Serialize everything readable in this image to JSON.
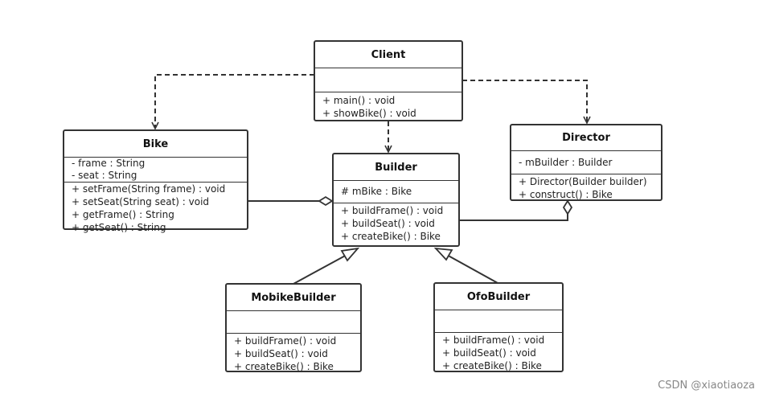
{
  "classes": {
    "client": {
      "name": "Client",
      "attributes": [],
      "methods": [
        "+ main() : void",
        "+ showBike() : void"
      ]
    },
    "bike": {
      "name": "Bike",
      "attributes": [
        "- frame : String",
        "- seat : String"
      ],
      "methods": [
        "+ setFrame(String frame) : void",
        "+ setSeat(String seat) : void",
        "+ getFrame() : String",
        "+ getSeat() : String"
      ]
    },
    "builder": {
      "name": "Builder",
      "attributes": [
        "# mBike : Bike"
      ],
      "methods": [
        "+ buildFrame() : void",
        "+ buildSeat() : void",
        "+ createBike() : Bike"
      ]
    },
    "director": {
      "name": "Director",
      "attributes": [
        "- mBuilder : Builder"
      ],
      "methods": [
        "+ Director(Builder builder)",
        "+ construct() : Bike"
      ]
    },
    "mobike_builder": {
      "name": "MobikeBuilder",
      "attributes": [],
      "methods": [
        "+ buildFrame() : void",
        "+ buildSeat() : void",
        "+ createBike() : Bike"
      ]
    },
    "ofo_builder": {
      "name": "OfoBuilder",
      "attributes": [],
      "methods": [
        "+ buildFrame() : void",
        "+ buildSeat() : void",
        "+ createBike() : Bike"
      ]
    }
  },
  "relations": [
    {
      "type": "dependency",
      "from": "Client",
      "to": "Bike"
    },
    {
      "type": "dependency",
      "from": "Client",
      "to": "Builder"
    },
    {
      "type": "dependency",
      "from": "Client",
      "to": "Director"
    },
    {
      "type": "aggregation",
      "whole": "Builder",
      "part": "Bike"
    },
    {
      "type": "aggregation",
      "whole": "Director",
      "part": "Builder"
    },
    {
      "type": "generalization",
      "child": "MobikeBuilder",
      "parent": "Builder"
    },
    {
      "type": "generalization",
      "child": "OfoBuilder",
      "parent": "Builder"
    }
  ],
  "colors": {
    "line": "#333333",
    "background": "#ffffff",
    "watermark": "#888888"
  },
  "watermark": "CSDN @xiaotiaoza"
}
